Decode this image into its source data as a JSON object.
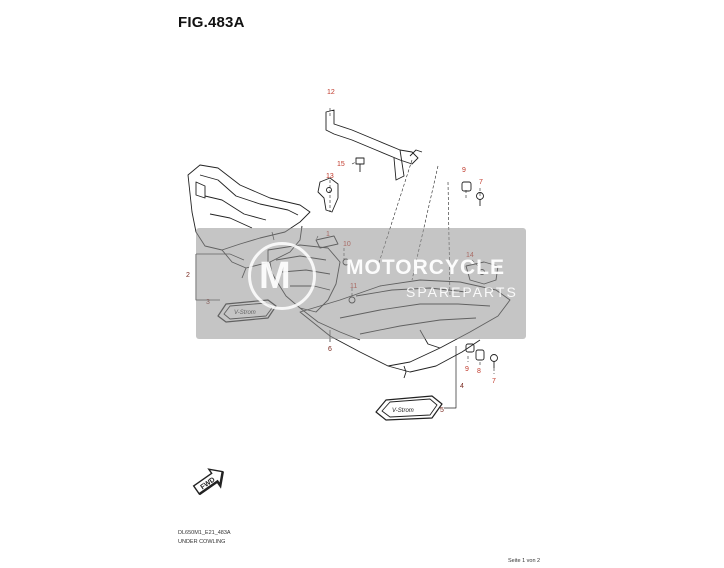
{
  "figure": {
    "title": "FIG.483A",
    "model_code": "DL650M1_E21_483A",
    "subtitle": "UNDER COWLING",
    "page": "Seite 1 von 2"
  },
  "callouts": {
    "c1": "1",
    "c2": "2",
    "c3": "3",
    "c4": "4",
    "c5": "5",
    "c6": "6",
    "c7a": "7",
    "c7b": "7",
    "c8": "8",
    "c9a": "9",
    "c9b": "9",
    "c10": "10",
    "c11": "11",
    "c12": "12",
    "c13": "13",
    "c14": "14",
    "c15": "15"
  },
  "fwd_label": "FWD",
  "decal_text": "V-Strom",
  "watermark": {
    "logo_letter": "M",
    "brand": "MOTORCYCLE",
    "sub": "SPAREPARTS"
  },
  "colors": {
    "callout": "#c0392b",
    "line": "#222222",
    "watermark": "#969696"
  }
}
